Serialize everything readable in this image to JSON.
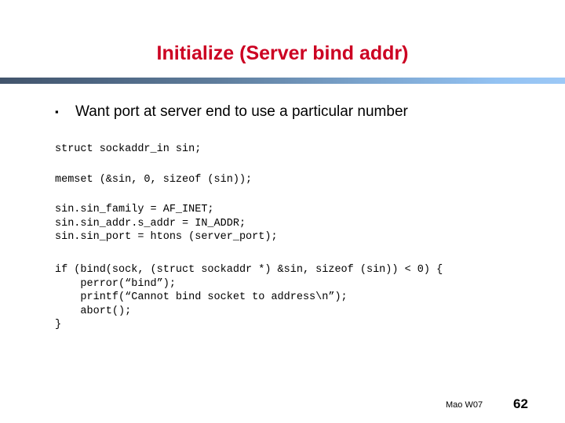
{
  "slide": {
    "title": "Initialize (Server bind addr)",
    "title_color": "#CC0022",
    "rule": {
      "start_color": "#42546B",
      "end_color": "#9CC8F6"
    },
    "bullet": {
      "marker": "▪",
      "text": "Want port at server end to use a particular number"
    },
    "code_blocks": [
      {
        "name": "declaration",
        "lines": "struct sockaddr_in sin;"
      },
      {
        "name": "memset-call",
        "lines": "memset (&sin, 0, sizeof (sin));"
      },
      {
        "name": "field-assignments",
        "lines": "sin.sin_family = AF_INET;\nsin.sin_addr.s_addr = IN_ADDR;\nsin.sin_port = htons (server_port);"
      },
      {
        "name": "bind-error-check",
        "lines": "if (bind(sock, (struct sockaddr *) &sin, sizeof (sin)) < 0) {\n    perror(“bind”);\n    printf(“Cannot bind socket to address\\n”);\n    abort();\n}"
      }
    ],
    "footer": {
      "note": "Mao W07",
      "page_number": "62"
    }
  }
}
